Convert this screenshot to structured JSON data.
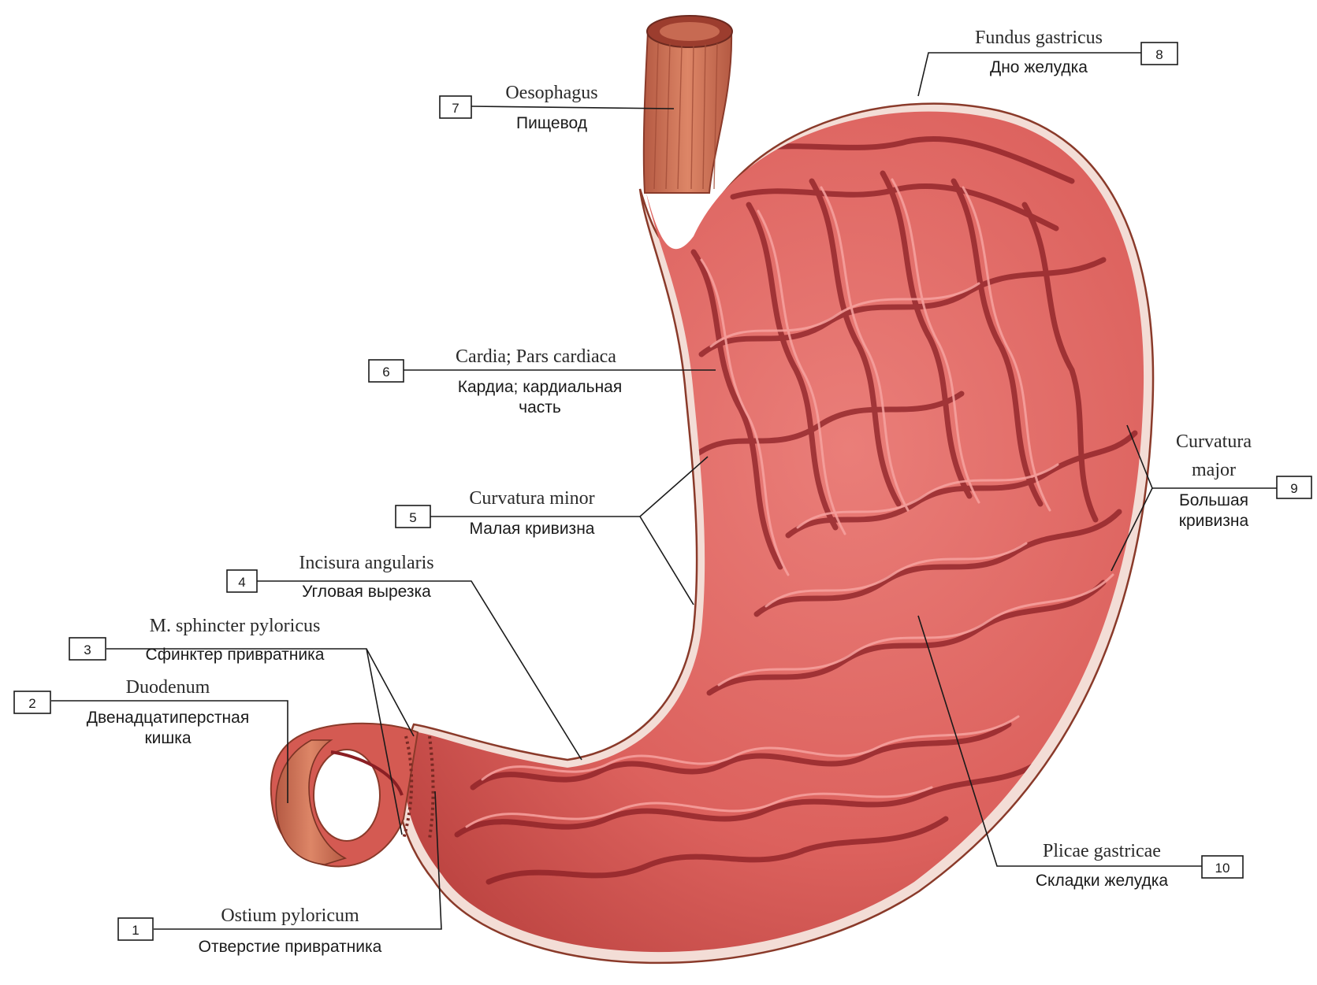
{
  "labels": [
    {
      "id": "1",
      "latin": "Ostium pyloricum",
      "ru": [
        "Отверстие привратника"
      ]
    },
    {
      "id": "2",
      "latin": "Duodenum",
      "ru": [
        "Двенадцатиперстная",
        "кишка"
      ]
    },
    {
      "id": "3",
      "latin": "M. sphincter pyloricus",
      "ru": [
        "Сфинктер привратника"
      ]
    },
    {
      "id": "4",
      "latin": "Incisura angularis",
      "ru": [
        "Угловая вырезка"
      ]
    },
    {
      "id": "5",
      "latin": "Curvatura minor",
      "ru": [
        "Малая кривизна"
      ]
    },
    {
      "id": "6",
      "latin": "Cardia; Pars cardiaca",
      "ru": [
        "Кардиа; кардиальная",
        "часть"
      ]
    },
    {
      "id": "7",
      "latin": "Oesophagus",
      "ru": [
        "Пищевод"
      ]
    },
    {
      "id": "8",
      "latin": "Fundus gastricus",
      "ru": [
        "Дно желудка"
      ]
    },
    {
      "id": "9",
      "latin": [
        "Curvatura",
        "major"
      ],
      "ru": [
        "Большая",
        "кривизна"
      ]
    },
    {
      "id": "10",
      "latin": "Plicae gastricae",
      "ru": [
        "Складки желудка"
      ]
    }
  ],
  "colors": {
    "wall": "#c9524a",
    "mucosa": "#e06a66",
    "fold_dark": "#8a1f24",
    "fold_light": "#f7a3a0",
    "serosa": "#f2d9d2",
    "muscle": "#c8674c"
  }
}
